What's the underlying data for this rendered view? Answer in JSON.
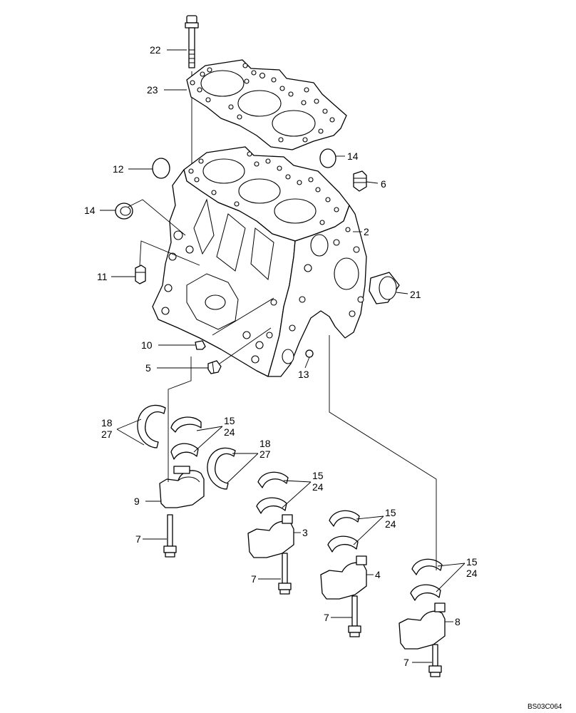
{
  "labels": {
    "l22": "22",
    "l23": "23",
    "l12": "12",
    "l14a": "14",
    "l6": "6",
    "l14b": "14",
    "l2": "2",
    "l11": "11",
    "l21": "21",
    "l10": "10",
    "l5": "5",
    "l13": "13",
    "l18a": "18",
    "l27a": "27",
    "l15a": "15",
    "l24a": "24",
    "l18b": "18",
    "l27b": "27",
    "l9": "9",
    "l15b": "15",
    "l24b": "24",
    "l7a": "7",
    "l3": "3",
    "l15c": "15",
    "l24c": "24",
    "l7b": "7",
    "l4": "4",
    "l15d": "15",
    "l24d": "24",
    "l7c": "7",
    "l8": "8",
    "l7d": "7"
  },
  "drawing_code": "BS03C064"
}
